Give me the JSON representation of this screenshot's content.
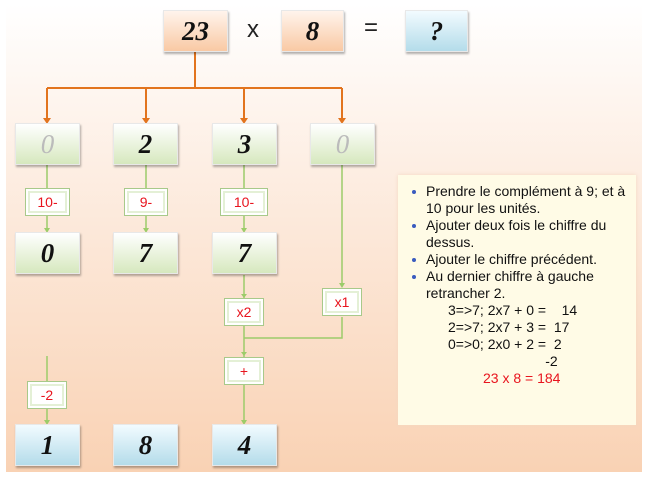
{
  "equation": {
    "a": "23",
    "times": "x",
    "b": "8",
    "equals": "=",
    "result": "?"
  },
  "complement_row": [
    "0",
    "2",
    "3",
    "0"
  ],
  "operations": {
    "col1": "10-",
    "col2": "9-",
    "col3": "10-",
    "times2": "x2",
    "times1": "x1",
    "plus": "+",
    "minus2": "-2"
  },
  "second_row": [
    "0",
    "7",
    "7"
  ],
  "result_row": [
    "1",
    "8",
    "4"
  ],
  "instructions": {
    "bullets": [
      "Prendre le complément à 9; et à 10 pour les unités.",
      "Ajouter deux fois le chiffre du dessus.",
      "Ajouter le chiffre précédent.",
      "Au dernier chiffre à gauche retrancher 2."
    ],
    "calc_lines": [
      "3=>7; 2x7 + 0 =    14",
      "2=>7; 2x7 + 3 =  17",
      "0=>0; 2x0 + 2 =  2",
      "                         -2"
    ],
    "result": "23 x 8 = 184"
  },
  "colors": {
    "orange_line": "#e2741e",
    "green_line": "#9ccc6a",
    "red_text": "#e8141e"
  }
}
